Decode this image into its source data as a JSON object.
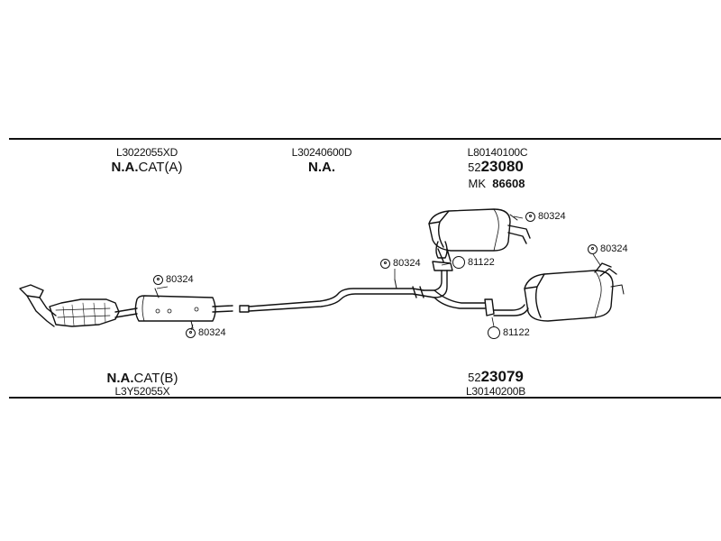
{
  "sections": {
    "cat_a": {
      "code": "L3022055XD",
      "name_bold": "N.A.",
      "name_rest": "CAT(A)"
    },
    "middle_pipe": {
      "code": "L30240600D",
      "name_bold": "N.A.",
      "name_rest": ""
    },
    "rear_muffler_upper": {
      "code": "L80140100C",
      "pn_prefix": "52",
      "pn_bold": "23080",
      "mk_prefix": "MK",
      "mk_bold": "86608"
    },
    "cat_b": {
      "code": "L3Y52055X",
      "name_bold": "N.A.",
      "name_rest": "CAT(B)"
    },
    "rear_muffler_lower": {
      "code": "L30140200B",
      "pn_prefix": "52",
      "pn_bold": "23079"
    }
  },
  "callouts": {
    "front_top": "80324",
    "front_bottom": "80324",
    "mid_hanger": "80324",
    "mid_clamp": "81122",
    "rear_upper_hanger": "80324",
    "rear_lower_hanger": "80324",
    "rear_clamp": "81122"
  },
  "icons": {
    "hanger": "rubber-hanger-icon",
    "clamp": "clamp-ring-icon"
  }
}
